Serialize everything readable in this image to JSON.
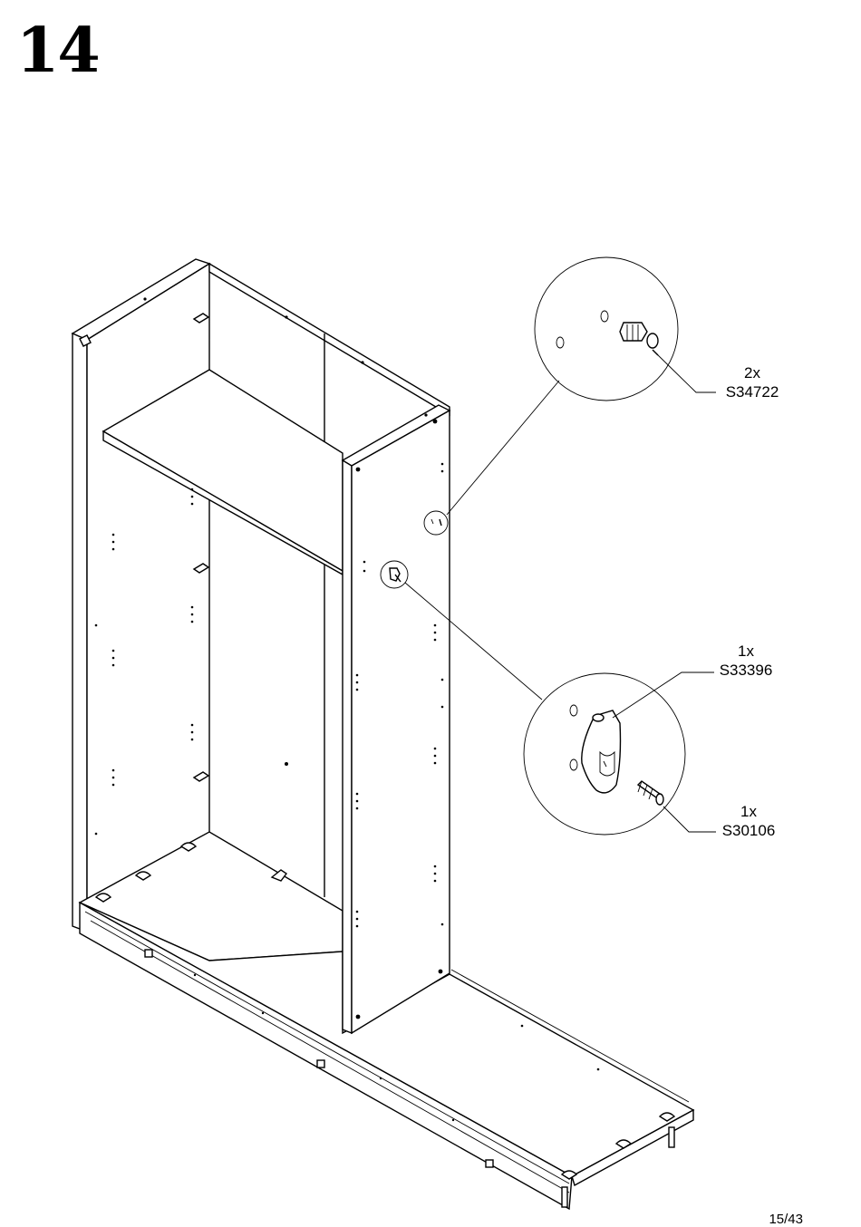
{
  "step": {
    "number": "14"
  },
  "callouts": [
    {
      "qty": "2x",
      "part": "S34722"
    },
    {
      "qty": "1x",
      "part": "S33396"
    },
    {
      "qty": "1x",
      "part": "S30106"
    }
  ],
  "footer": {
    "page": "15/43"
  }
}
